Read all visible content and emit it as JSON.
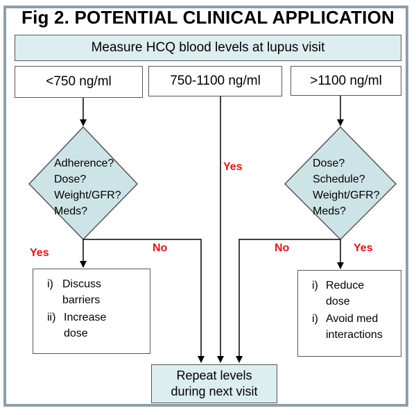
{
  "title": "Fig 2. POTENTIAL CLINICAL APPLICATION",
  "top_box": "Measure HCQ blood levels at lupus visit",
  "ranges": {
    "low": "<750 ng/ml",
    "mid": "750-1100 ng/ml",
    "high": ">1100 ng/ml"
  },
  "left_decision": [
    "Adherence?",
    "Dose?",
    "Weight/GFR?",
    "Meds?"
  ],
  "right_decision": [
    "Dose?",
    "Schedule?",
    "Weight/GFR?",
    "Meds?"
  ],
  "labels": {
    "left_yes": "Yes",
    "left_no": "No",
    "mid_yes": "Yes",
    "right_no": "No",
    "right_yes": "Yes"
  },
  "left_actions": [
    {
      "num": "i)",
      "line1": "Discuss",
      "line2": "barriers"
    },
    {
      "num": "ii)",
      "line1": "Increase",
      "line2": "dose"
    }
  ],
  "right_actions": [
    {
      "num": "i)",
      "line1": "Reduce",
      "line2": "dose"
    },
    {
      "num": "i)",
      "line1": "Avoid med",
      "line2": "interactions"
    }
  ],
  "repeat_box": {
    "line1": "Repeat levels",
    "line2": "during next visit"
  },
  "colors": {
    "frame": "#8ca0ab",
    "fill": "#ddeef0",
    "accent": "#e8120c"
  }
}
